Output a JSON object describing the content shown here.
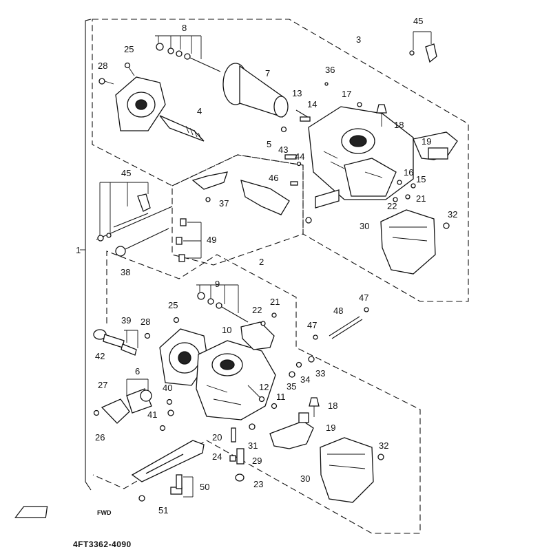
{
  "diagram": {
    "part_code": "4FT3362-4090",
    "fwd_label": "FWD",
    "callouts": {
      "c1": "1",
      "c2": "2",
      "c3": "3",
      "c4": "4",
      "c5": "5",
      "c6": "6",
      "c7": "7",
      "c8": "8",
      "c9": "9",
      "c10": "10",
      "c11": "11",
      "c12": "12",
      "c13": "13",
      "c14": "14",
      "c15": "15",
      "c16": "16",
      "c17": "17",
      "c18a": "18",
      "c18b": "18",
      "c19a": "19",
      "c19b": "19",
      "c20": "20",
      "c21a": "21",
      "c21b": "21",
      "c22a": "22",
      "c22b": "22",
      "c23": "23",
      "c24": "24",
      "c25a": "25",
      "c25b": "25",
      "c26": "26",
      "c27": "27",
      "c28a": "28",
      "c28b": "28",
      "c29": "29",
      "c30a": "30",
      "c30b": "30",
      "c31": "31",
      "c32a": "32",
      "c32b": "32",
      "c33": "33",
      "c34": "34",
      "c35": "35",
      "c36": "36",
      "c37": "37",
      "c38": "38",
      "c39": "39",
      "c40": "40",
      "c41": "41",
      "c42": "42",
      "c43": "43",
      "c44": "44",
      "c45a": "45",
      "c45b": "45",
      "c46": "46",
      "c47a": "47",
      "c47b": "47",
      "c48": "48",
      "c49": "49",
      "c50": "50",
      "c51": "51"
    }
  }
}
